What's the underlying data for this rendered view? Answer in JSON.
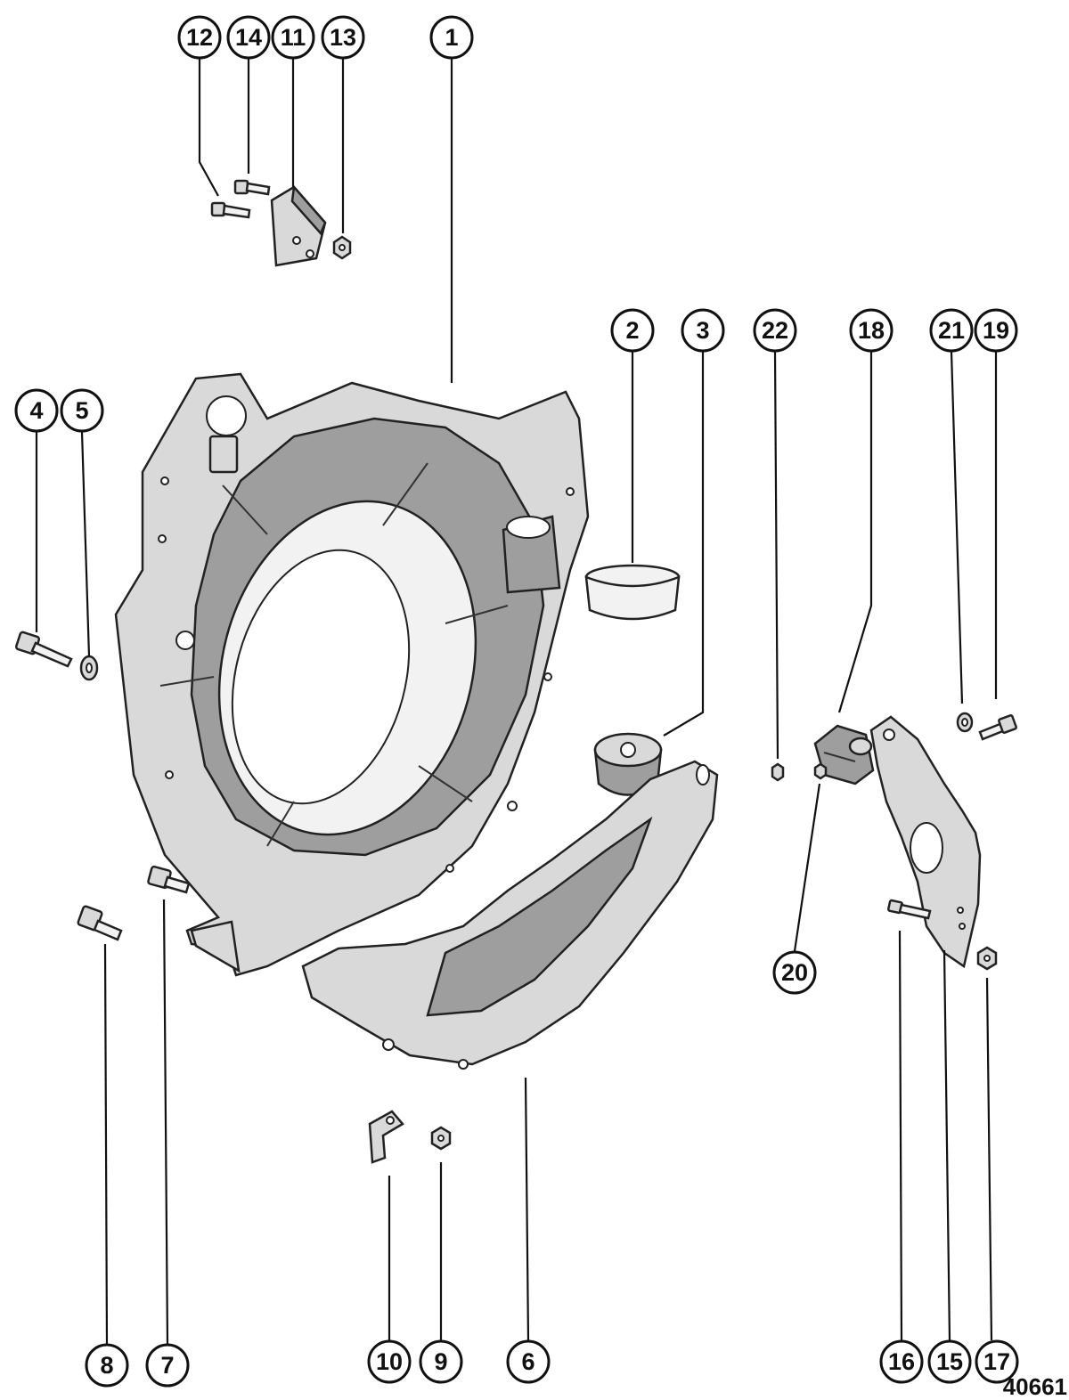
{
  "callouts": [
    {
      "label": "1"
    },
    {
      "label": "2"
    },
    {
      "label": "3"
    },
    {
      "label": "4"
    },
    {
      "label": "5"
    },
    {
      "label": "6"
    },
    {
      "label": "7"
    },
    {
      "label": "8"
    },
    {
      "label": "9"
    },
    {
      "label": "10"
    },
    {
      "label": "11"
    },
    {
      "label": "12"
    },
    {
      "label": "13"
    },
    {
      "label": "14"
    },
    {
      "label": "15"
    },
    {
      "label": "16"
    },
    {
      "label": "17"
    },
    {
      "label": "18"
    },
    {
      "label": "19"
    },
    {
      "label": "20"
    },
    {
      "label": "21"
    },
    {
      "label": "22"
    }
  ],
  "figure_number": "40661"
}
